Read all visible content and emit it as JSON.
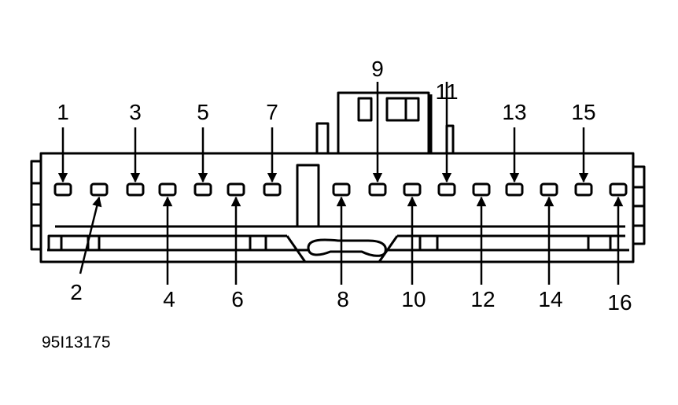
{
  "figure_id": "95I13175",
  "pins": [
    {
      "number": "1"
    },
    {
      "number": "2"
    },
    {
      "number": "3"
    },
    {
      "number": "4"
    },
    {
      "number": "5"
    },
    {
      "number": "6"
    },
    {
      "number": "7"
    },
    {
      "number": "8"
    },
    {
      "number": "9"
    },
    {
      "number": "10"
    },
    {
      "number": "11"
    },
    {
      "number": "12"
    },
    {
      "number": "13"
    },
    {
      "number": "14"
    },
    {
      "number": "15"
    },
    {
      "number": "16"
    }
  ]
}
